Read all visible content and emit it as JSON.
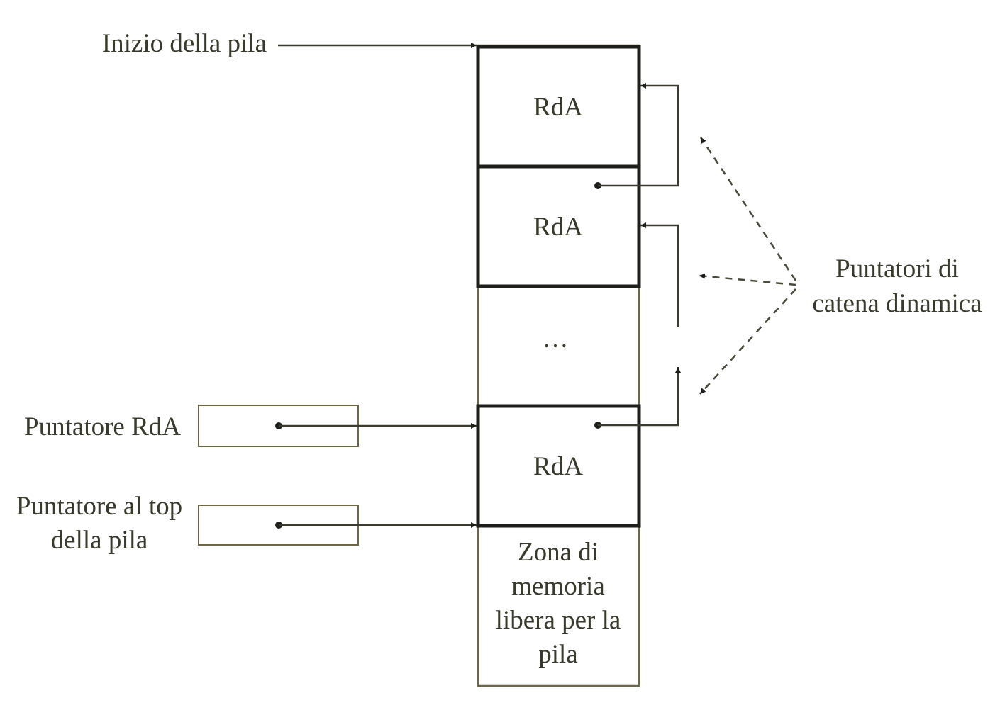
{
  "labels": {
    "stack_start": "Inizio della pila",
    "rda_pointer": "Puntatore RdA",
    "top_pointer_line1": "Puntatore al top",
    "top_pointer_line2": "della pila",
    "dynamic_chain_line1": "Puntatori di",
    "dynamic_chain_line2": "catena dinamica"
  },
  "stack": {
    "records": [
      {
        "label": "RdA"
      },
      {
        "label": "RdA"
      },
      {
        "label": "RdA"
      }
    ],
    "ellipsis": "…",
    "free_zone_lines": [
      "Zona di",
      "memoria",
      "libera per la",
      "pila"
    ]
  },
  "colors": {
    "text": "#3a3a2c",
    "record_border": "#1e1e1a",
    "stack_border": "#6b6647"
  }
}
